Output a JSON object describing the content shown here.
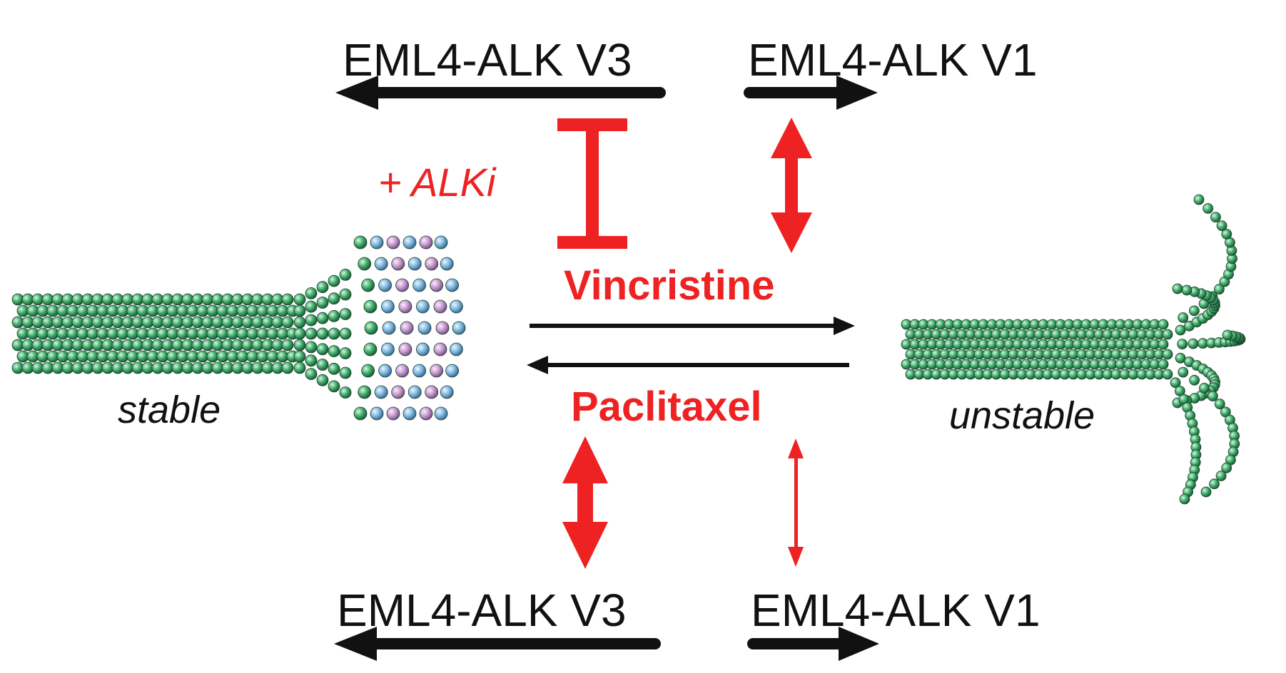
{
  "top": {
    "v3_label": "EML4-ALK V3",
    "v1_label": "EML4-ALK V1"
  },
  "bottom": {
    "v3_label": "EML4-ALK V3",
    "v1_label": "EML4-ALK V1"
  },
  "inhibitor_label": "+ ALKi",
  "drugs": {
    "destabilizer": "Vincristine",
    "stabilizer": "Paclitaxel"
  },
  "states": {
    "left": "stable",
    "right": "unstable"
  },
  "colors": {
    "drug_red": "#ee2222",
    "text_black": "#111111",
    "tubulin_green": "#3fae6a",
    "tubulin_blue": "#7fb8e0",
    "tubulin_pink": "#c79ad0"
  }
}
